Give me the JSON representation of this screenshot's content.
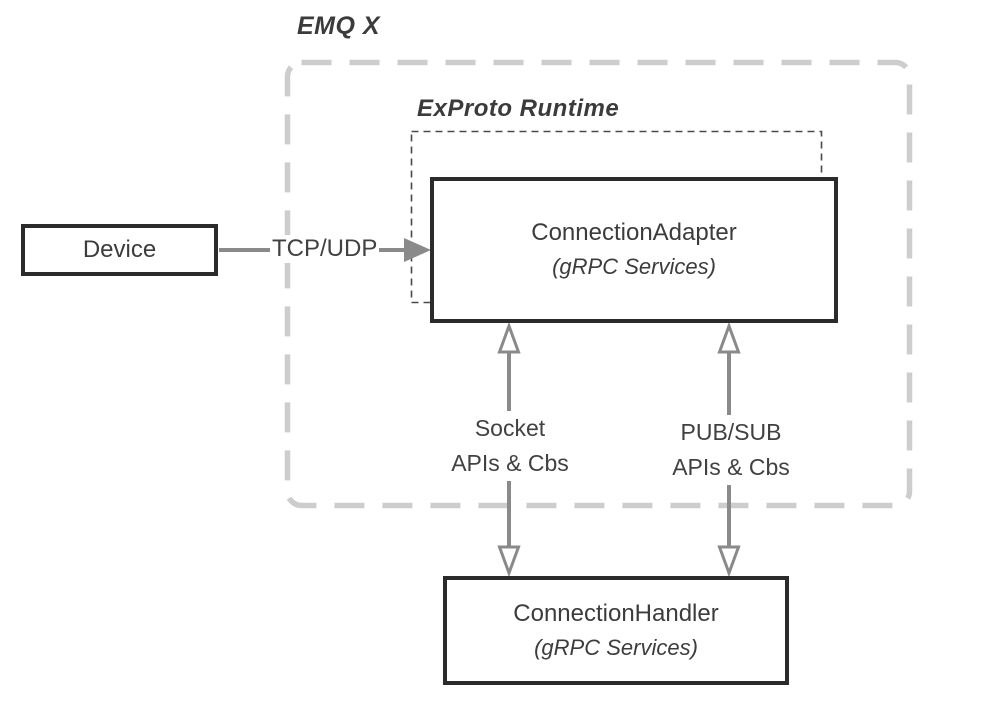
{
  "diagram": {
    "title": "EMQ X",
    "runtime_group": {
      "label": "ExProto Runtime"
    },
    "nodes": {
      "device": {
        "label": "Device"
      },
      "adapter": {
        "label": "ConnectionAdapter",
        "sublabel": "(gRPC Services)"
      },
      "handler": {
        "label": "ConnectionHandler",
        "sublabel": "(gRPC Services)"
      }
    },
    "edges": {
      "tcp_udp": {
        "label": "TCP/UDP",
        "direction": "right",
        "style": "filled-arrow"
      },
      "socket": {
        "label_line1": "Socket",
        "label_line2": "APIs & Cbs",
        "direction": "both",
        "style": "open-arrow"
      },
      "pubsub": {
        "label_line1": "PUB/SUB",
        "label_line2": "APIs & Cbs",
        "direction": "both",
        "style": "open-arrow"
      }
    },
    "colors": {
      "box_border": "#2b2b2b",
      "text": "#3c3c3c",
      "arrow": "#8a8a8a",
      "outer_dash": "#cdcdcd",
      "inner_dash": "#4a4a4a",
      "background": "#ffffff"
    }
  }
}
